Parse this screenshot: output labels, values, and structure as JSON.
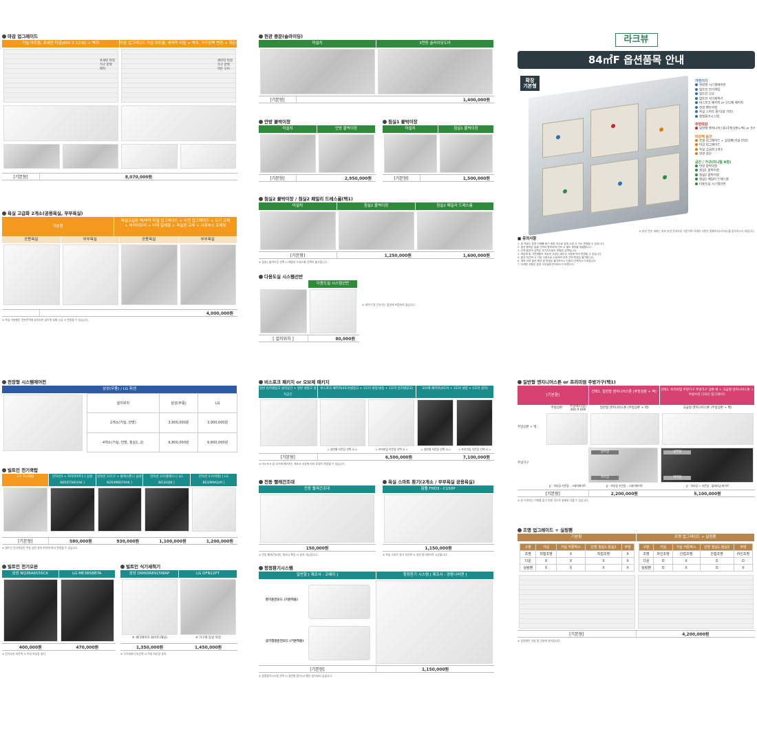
{
  "brand": "라크뷰",
  "page_title": "84㎡F 옵션품목 안내",
  "badge": "확장\n기본형",
  "legend": {
    "groups": [
      {
        "title": "가전기기",
        "color": "#2d6fb5",
        "items": [
          "천장형 시스템에어컨",
          "빌트인 전기쿡탑",
          "빌트인 오븐",
          "빌트인 식기세척기",
          "비스포크 패키지 or 오브제 패키지",
          "현관 팬트리장",
          "욕실 스마트 환기(알 가전)",
          "청정환기시스템"
        ]
      },
      {
        "title": "주방마감",
        "color": "#c62828",
        "items": [
          "일반형 엔지니어스톤(주방상판+벽) or 프리미엄 주방가구"
        ]
      },
      {
        "title": "마감재 옵션",
        "color": "#e07b12",
        "items": [
          "조명 업그레이드 + 실링팬(거실·안방)",
          "마감 업그레이드",
          "욕실 고급화 2개소",
          "현관 중문"
        ]
      },
      {
        "title": "공간 / 가구(미니멀 A형)",
        "color": "#2f8a3c",
        "items": [
          "안방 붙박이장",
          "침실1 붙박이장",
          "침실2 붙박이장",
          "침실2 패밀리 드레스룸",
          "다용도실 시스템선반"
        ]
      }
    ],
    "source_note": "※ 분양 견본 세대는 최초 분양 안내자료 기준이며 자세한 사항은 홈페이지(라크뷰)를 참조하시기 바랍니다."
  },
  "notes_heading": "■ 유의사항",
  "notes": [
    "1. 본 자료는 분양 이해를 돕기 위한 것으로 실제 시공 시 다소 변경될 수 있습니다.",
    "2. 옵션 품목은 일괄 선택이 원칙이며 선택 시 별도 계약을 체결합니다.",
    "3. 선택 옵션의 금액은 부가가치세가 포함된 금액입니다.",
    "4. 마감재 및 가전제품의 색상과 사양은 제조사 사정에 따라 변경될 수 있습니다.",
    "5. 옵션 미선택 시 기본 사양으로 시공되며 추후 선택 변경은 불가합니다.",
    "6. 계약 이후 옵션 해지 및 변경은 불가하오니 신중히 선택하시기 바랍니다.",
    "7. 자세한 사항은 분양 사무실에 문의하시기 바랍니다."
  ],
  "s_finish": {
    "title": "마감 업그레이드",
    "col1": "거실 아트월, 포세린 타일(600 X 1200) + 벽지",
    "col2": "마감 업그레이드 거실 아트월, 세라믹 타일 + 벽지, 가구문짝 변경 + 히든도어",
    "tags1": [
      "포세린 타일",
      "가구 문짝",
      "벽지"
    ],
    "tags2": [
      "세라믹 타일",
      "가구 문짝",
      "히든 도어"
    ],
    "price_label": "[기본형]",
    "price": "8,070,000원"
  },
  "s_bath": {
    "title": "욕실 고급화 2개소(공용욕실, 부부욕실)",
    "basic": "기본형",
    "upgrade": "욕실고급화 벽/바닥 타일 업그레이드 + 수전 업그레이드 + 도기 교체 + 바리어프리 + 비데 일체형 + 욕실장 교체 + 샤워부스 프레임",
    "subs": [
      "공용욕실",
      "부부욕실",
      "공용욕실",
      "부부욕실"
    ],
    "price": "4,000,000원",
    "note": "※ 욕실 기본형은 견본주택에 설치되지 않으며 실제 시공 시 변경될 수 있습니다."
  },
  "s_door": {
    "title": "현관 중문(슬라이딩)",
    "cols": [
      "미설치",
      "3연동 슬라이딩도어"
    ],
    "price_label": "[기본형]",
    "price": "1,400,000원"
  },
  "s_master": {
    "title": "안방 붙박이장",
    "cols": [
      "미설치",
      "안방 붙박이장"
    ],
    "price_label": "[기본형]",
    "price": "2,950,000원"
  },
  "s_room1": {
    "title": "침실1 붙박이장",
    "cols": [
      "미설치",
      "침실1 붙박이장"
    ],
    "price_label": "[기본형]",
    "price": "1,500,000원"
  },
  "s_room2": {
    "title": "침실2 붙박이장 / 침실2 패밀리 드레스룸(택1)",
    "cols": [
      "미설치",
      "침실2 붙박이장",
      "침실2 패밀리 드레스룸"
    ],
    "price_label": "[기본형]",
    "prices": [
      "1,250,000원",
      "1,600,000원"
    ],
    "note": "※ 침실2 붙박이장 선택 시 패밀리 드레스룸 선택이 불가합니다."
  },
  "s_shelf": {
    "title": "다용도실 시스템선반",
    "cols": [
      "다용도실 시스템선반"
    ],
    "price_label": "[ 설치위치 ]",
    "price": "80,000원",
    "note": "※ 세탁기 및 건조기는 옵션에 포함되지 않습니다."
  },
  "s_ac": {
    "title": "천장형 시스템에어컨",
    "band": "삼성(무풍) / LG 휘센",
    "headers": [
      "설치위치",
      "삼성(무풍)",
      "LG"
    ],
    "rows": [
      [
        "2개소(거실, 안방)",
        "3,900,000원",
        "3,900,000원"
      ],
      [
        "4개소(거실, 안방, 침실1, 2)",
        "6,800,000원",
        "6,800,000원"
      ]
    ]
  },
  "s_cooktop": {
    "title": "빌트인 전기쿡탑",
    "cols": [
      "3구 가스쿡탑",
      "인덕션3 + 하이라이트1 [ 삼성 NZ63T5601AK ]",
      "인덕션 3구(구 + 플렉스존) [ 삼성 NZ63M6070AK ]",
      "인덕션 3구(플렉스) [ LG BEI3GQB ]",
      "인덕션 3구(미정) [ LG BEI3MWQLM ]"
    ],
    "price_label": "[기본형]",
    "prices": [
      "580,000원",
      "930,000원",
      "1,100,000원",
      "1,200,000원"
    ],
    "note": "※ 빌트인 전기쿡탑은 주방 상판 설치 위치에 따라 변경될 수 있습니다."
  },
  "s_oven": {
    "title": "빌트인 전기오븐",
    "cols": [
      "삼성 NQ36A6555CK",
      "LG ME3B5BBTA"
    ],
    "prices": [
      "400,000원",
      "470,000원"
    ],
    "note": "※ 전기오븐 미선택 시 주방 하부장 설치"
  },
  "s_dish": {
    "title": "빌트인 식기세척기",
    "cols": [
      "삼성 DW60R8915WAP",
      "LG DFB22PT"
    ],
    "captions": [
      "※ 세디에이지 화이트(해당)",
      "※ 가구와 동일 마감"
    ],
    "prices": [
      "1,350,000원",
      "1,450,000원"
    ],
    "note": "※ 식기세척기 미선택 시 주방 하부장 설치"
  },
  "s_pkg": {
    "title": "비스포크 패키지 or 오브제 패키지",
    "cols": [
      "일반 김치냉장고 설치공간 + 일반 냉장고 설치공간",
      "비스포크 패키지(4도어냉장고 + 1도어 냉장/냉동 + 1도어 김치냉장고)",
      "오브제 패키지(4도어 + 1도어 냉장 + 1도어 김치)"
    ],
    "captions": [
      "< 일반형 키큰장 선택 시 >",
      "< 프리미엄 키큰장 선택 시 >",
      "< 일반형 키큰장 선택 시 >",
      "< 프리미엄 키큰장 선택 시 >"
    ],
    "price_label": "[기본형]",
    "prices": [
      "6,500,000원",
      "7,100,000원"
    ],
    "note": "※ 비스포크 및 오브제 패키지는 제조사 사정에 따라 모델이 변경될 수 있습니다."
  },
  "s_laundry": {
    "title": "전동 빨래건조대",
    "band": "전동 빨래건조대",
    "price": "150,000원",
    "note": "※ 전동 빨래건조대는 발코니 확장 시 설치 가능합니다."
  },
  "s_vent": {
    "title": "욕실 스마트 환기(2개소 / 부부욕실 공용욕실)",
    "band": "힘펠 FHD3 - C150P",
    "price": "1,150,000원",
    "note": "※ 욕실 스마트 환기 미선택 시 일반 환기팬으로 시공됩니다."
  },
  "s_air": {
    "title": "청정환기시스템",
    "cols": [
      "일반형 [ 제조사 : 코웨이 ]",
      "청정환기 시스템 [ 제조사 : 경동나비엔 ]"
    ],
    "modes": [
      "환기운전모드 (기본적용)",
      "공기청정운전모드 (기본적용)"
    ],
    "price_label": "[기본형]",
    "price": "1,150,000원",
    "note": "※ 청정환기시스템 선택 시 일반형 환기시스템은 설치되지 않습니다."
  },
  "s_kitchen": {
    "title": "일반형 엔지니어스톤 or 프리미엄 주방가구(택1)",
    "cols": [
      "[기본형]",
      "선택1. 일반형 엔지니어스톤 (주방상판 + 벽)",
      "선택2. 프리미엄 주방가구 주방가구 상판·벽 + 고급형 엔지니어스톤 + 주방수전 디자인 업그레이드"
    ],
    "row1_label": "주방상판 + 벽",
    "row1_sub": [
      "주방상판",
      "주방벽(타일) 300 X 600",
      "일반형 엔지니어스톤 (주방상판 + 벽)",
      "고급형 엔지니어스톤 (주방상판 + 벽)"
    ],
    "row2_label": "주방가구",
    "cab": [
      "상부장",
      "키큰장",
      "하부장"
    ],
    "cab_caption": [
      "상 · 하부장 키큰장 - 그레이화이트",
      "상 · 하부장 키큰장 - 그레이화이트",
      "상 · 하부장 + 키큰장 - 플래티넘 화이트"
    ],
    "price_label": "[기본형]",
    "prices": [
      "2,200,000원",
      "5,100,000원"
    ],
    "note": "※ 본 이미지는 이해를 돕기 위한 것으로 실제와 다를 수 있습니다."
  },
  "s_light": {
    "title": "조명 업그레이드 + 실링팬",
    "cols": [
      "기본형",
      "조명 업그레이드 + 실링팬"
    ],
    "headers": [
      "구분",
      "거실",
      "거실 커튼박스",
      "안방 침실1·침실2",
      "주방"
    ],
    "rows": [
      [
        "조명",
        "직접조명",
        "X",
        "직접조명",
        "X"
      ],
      [
        "다운",
        "X",
        "X",
        "X",
        "X"
      ],
      [
        "실링팬",
        "X",
        "X",
        "X",
        "X"
      ]
    ],
    "rows2": [
      [
        "조명",
        "라인조명",
        "간접조명",
        "간접조명",
        "라인조명"
      ],
      [
        "다운",
        "O",
        "X",
        "O",
        "O"
      ],
      [
        "실링팬",
        "O",
        "X",
        "O",
        "X"
      ]
    ],
    "price_label": "[기본형]",
    "price": "4,200,000원",
    "note": "※ 실링팬은 거실 및 안방에 설치됩니다."
  },
  "colors": {
    "orange": "#f39a1e",
    "green": "#2f8a3c",
    "navy": "#2c3a42",
    "pink": "#d64372",
    "brown": "#b8864a"
  }
}
